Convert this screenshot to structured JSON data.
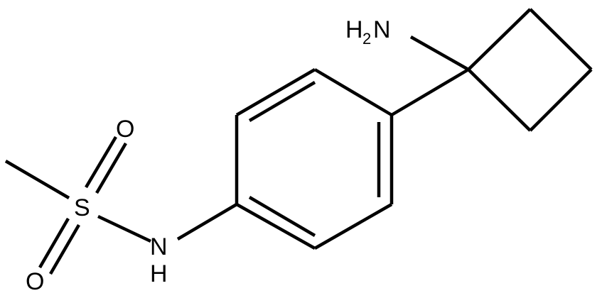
{
  "structure": {
    "labels": {
      "amine_h": "H",
      "amine_h_count": "2",
      "amine_n": "N",
      "sulfur": "S",
      "oxygen_top": "O",
      "oxygen_bottom": "O",
      "amide_n": "N",
      "amide_h": "H"
    },
    "colors": {
      "bond": "#000000",
      "label": "#000000",
      "background": "#ffffff"
    }
  }
}
